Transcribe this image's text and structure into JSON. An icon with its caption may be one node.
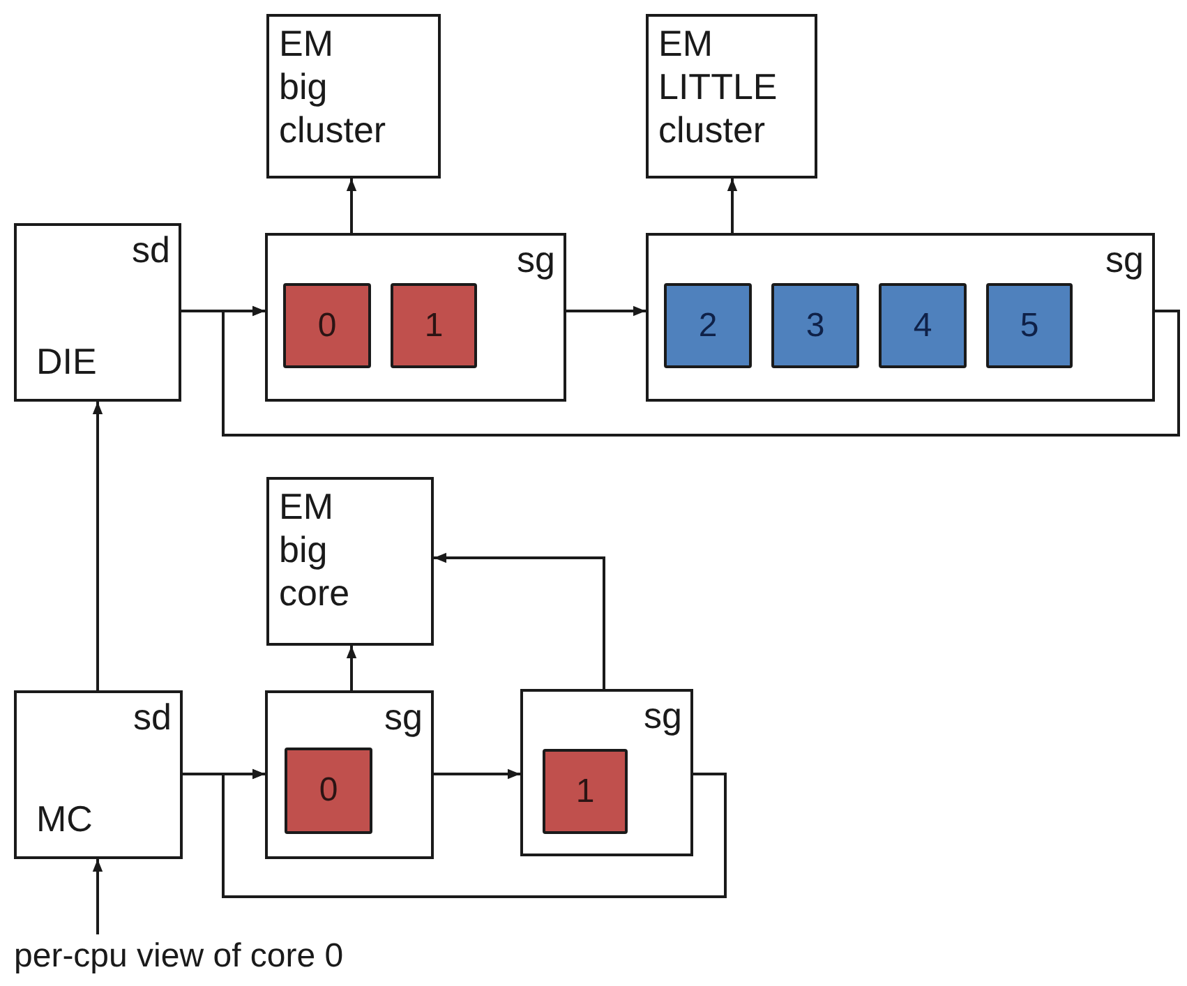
{
  "diagram": {
    "nodes": [
      {
        "text": [
          "sd",
          "DIE"
        ]
      },
      {
        "text": [
          "sg"
        ]
      },
      {
        "text": [
          "0"
        ],
        "in": 1
      },
      {
        "text": [
          "1"
        ],
        "in": 1
      },
      {
        "text": [
          "EM big cluster"
        ]
      },
      {
        "text": [
          "sg"
        ]
      },
      {
        "text": [
          "2"
        ],
        "in": 5
      },
      {
        "text": [
          "3"
        ],
        "in": 5
      },
      {
        "text": [
          "4"
        ],
        "in": 5
      },
      {
        "text": [
          "5"
        ],
        "in": 5
      },
      {
        "text": [
          "EM LITTLE cluster"
        ]
      },
      {
        "text": [
          "sd",
          "MC"
        ]
      },
      {
        "text": [
          "sg"
        ]
      },
      {
        "text": [
          "0"
        ],
        "in": 12
      },
      {
        "text": [
          "sg"
        ]
      },
      {
        "text": [
          "1"
        ],
        "in": 14
      },
      {
        "text": [
          "EM big core"
        ]
      },
      {
        "text": [
          "per-cpu view of core 0"
        ]
      }
    ],
    "edges": [
      {
        "from": 0,
        "to": 1,
        "arrow": "to"
      },
      {
        "from": 1,
        "to": 4,
        "arrow": "to"
      },
      {
        "from": 1,
        "to": 5,
        "arrow": "to"
      },
      {
        "from": 5,
        "to": 10,
        "arrow": "to"
      },
      {
        "from": 5,
        "to": 1,
        "arrow": "to"
      },
      {
        "from": 11,
        "to": 0,
        "arrow": "to"
      },
      {
        "from": 11,
        "to": 12,
        "arrow": "to"
      },
      {
        "from": 12,
        "to": 16,
        "arrow": "to"
      },
      {
        "from": 12,
        "to": 14,
        "arrow": "to"
      },
      {
        "from": 14,
        "to": 16,
        "arrow": "to"
      },
      {
        "from": 14,
        "to": 12,
        "arrow": "to"
      },
      {
        "from": 17,
        "to": 11,
        "arrow": "to"
      }
    ]
  }
}
